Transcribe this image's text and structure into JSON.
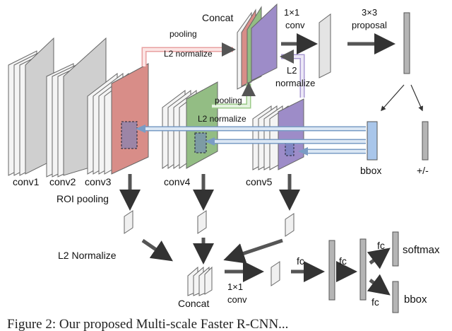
{
  "labels": {
    "conv1": "conv1",
    "conv2": "conv2",
    "conv3": "conv3",
    "conv4": "conv4",
    "conv5": "conv5",
    "concat_top": "Concat",
    "pooling_top": "pooling",
    "l2_normalize_top": "L2 normalize",
    "conv_1x1_top": "1×1",
    "conv_top": "conv",
    "proposal_3x3": "3×3",
    "proposal": "proposal",
    "l2": "L2",
    "normalize": "normalize",
    "pooling_mid": "pooling",
    "l2_normalize_mid": "L2 normalize",
    "bbox_top": "bbox",
    "plus_minus": "+/-",
    "roi_pooling": "ROI pooling",
    "l2_normalize_bottom": "L2 Normalize",
    "concat_bottom": "Concat",
    "conv_1x1_bottom": "1×1",
    "conv_bottom": "conv",
    "fc1": "fc",
    "fc2": "fc",
    "fc3": "fc",
    "fc4": "fc",
    "softmax": "softmax",
    "bbox_bottom": "bbox"
  },
  "caption": "Figure 2: Our proposed Multi-scale Faster R-CNN...",
  "colors": {
    "conv3_face": "#d88d88",
    "conv4_face": "#93bd84",
    "conv5_face": "#9d8cc8",
    "bbox_box": "#a9c6ea",
    "arrow": "#5a5a5a",
    "feedback_arrow": "#dbe7f4"
  }
}
